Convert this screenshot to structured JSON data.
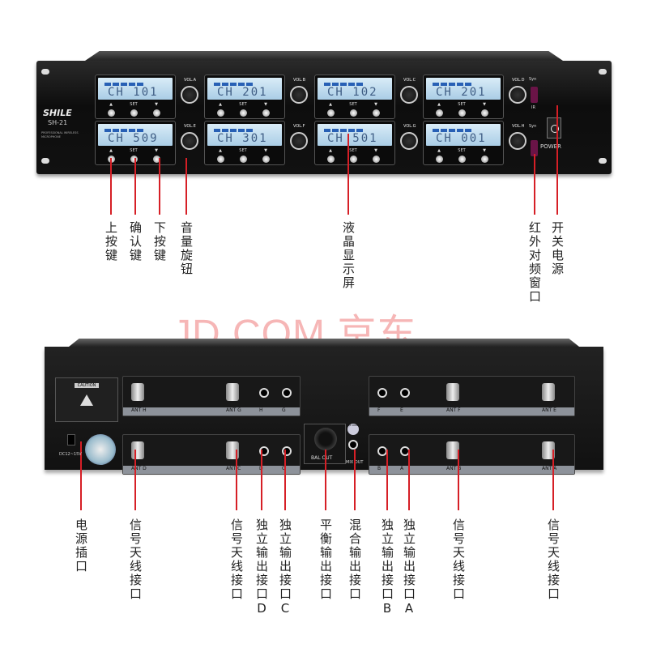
{
  "front": {
    "brand": "SHILE",
    "model": "SH-21",
    "subtitle": "PROFESSIONAL WIRELESS MICROPHONE",
    "units": [
      {
        "vol": "VOL.A",
        "ch": "CH 101"
      },
      {
        "vol": "VOL.B",
        "ch": "CH 201"
      },
      {
        "vol": "VOL.C",
        "ch": "CH 102"
      },
      {
        "vol": "VOL.D",
        "ch": "CH 201"
      },
      {
        "vol": "VOL.E",
        "ch": "CH 509"
      },
      {
        "vol": "VOL.F",
        "ch": "CH 301"
      },
      {
        "vol": "VOL.G",
        "ch": "CH 501"
      },
      {
        "vol": "VOL.H",
        "ch": "CH 001"
      }
    ],
    "buttons": [
      "▲",
      "SET",
      "▼"
    ],
    "syn": "Syn",
    "ir": "IR",
    "power": "POWER"
  },
  "front_labels": [
    "上按键",
    "确认键",
    "下按键",
    "音量旋钮",
    "液晶显示屏",
    "红外对频窗口",
    "开关电源"
  ],
  "watermark": "JD.COM 京东",
  "back": {
    "caution": "CAUTION",
    "dc": "DC12~15V",
    "bal_out": "BAL OUT",
    "mix_out": "MIX OUT",
    "qc": "QC PASS",
    "top_left": [
      "ANT H",
      "ANT G",
      "H",
      "G"
    ],
    "top_right": [
      "F",
      "E",
      "ANT F",
      "ANT E"
    ],
    "bottom_left": [
      "ANT D",
      "ANT C",
      "D",
      "C"
    ],
    "bottom_right": [
      "B",
      "A",
      "ANT B",
      "ANT A"
    ]
  },
  "back_labels": [
    "电源插口",
    "信号天线接口",
    "信号天线接口",
    "独立输出接口D",
    "独立输出接口C",
    "平衡输出接口",
    "混合输出接口",
    "独立输出接口B",
    "独立输出接口A",
    "信号天线接口",
    "信号天线接口"
  ]
}
